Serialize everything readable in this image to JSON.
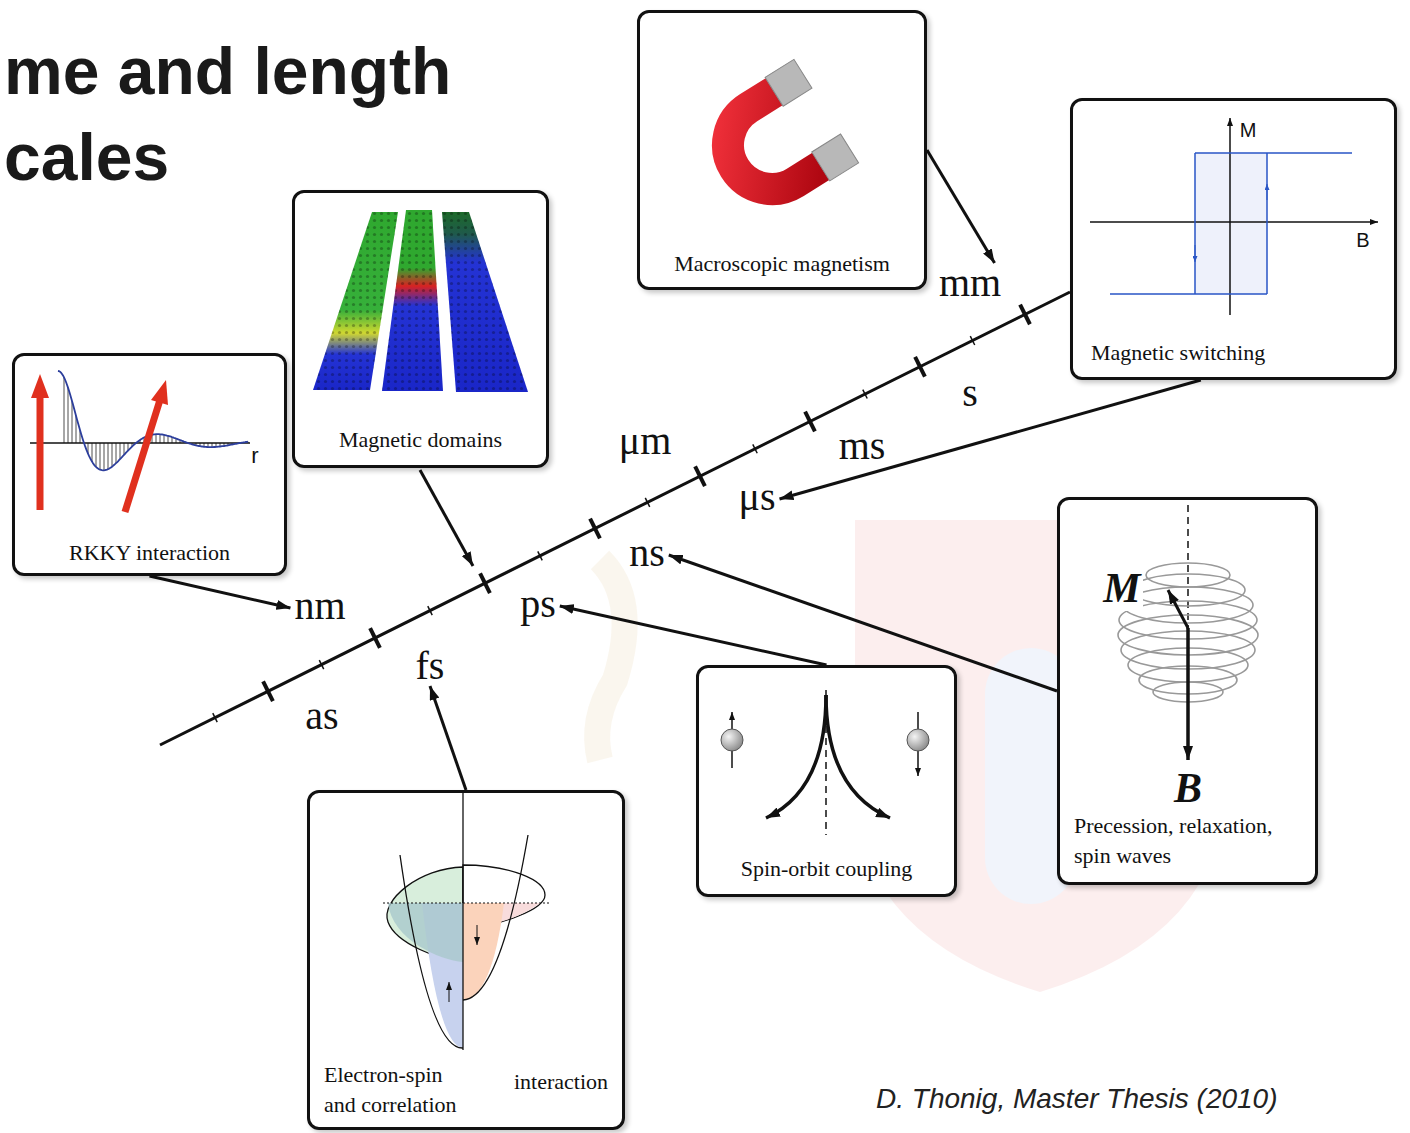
{
  "diagram": {
    "title": "me and length cales",
    "caption": "D. Thonig, Master Thesis (2010)",
    "nodes": [
      {
        "text": [
          "Macroscopic magnetism"
        ]
      },
      {
        "text": [
          "Magnetic switching"
        ]
      },
      {
        "text": [
          "Magnetic domains"
        ]
      },
      {
        "text": [
          "RKKY interaction"
        ]
      },
      {
        "text": [
          "Precession, relaxation, spin waves"
        ]
      },
      {
        "text": [
          "Spin-orbit coupling"
        ]
      },
      {
        "text": [
          "Electron-spin and correlation",
          "interaction"
        ]
      },
      {
        "text": [
          "mm"
        ]
      },
      {
        "text": [
          "μs"
        ]
      },
      {
        "text": [
          "ns"
        ]
      },
      {
        "text": [
          "nm"
        ]
      },
      {
        "text": [
          "ps"
        ]
      },
      {
        "text": [
          "fs"
        ]
      }
    ],
    "edges": [
      {
        "from": 0,
        "to": 7,
        "arrow": "to"
      },
      {
        "from": 1,
        "to": 8,
        "arrow": "to"
      },
      {
        "from": 3,
        "to": 10,
        "arrow": "to"
      },
      {
        "from": 4,
        "to": 9,
        "arrow": "to"
      },
      {
        "from": 5,
        "to": 11,
        "arrow": "to"
      },
      {
        "from": 6,
        "to": 12,
        "arrow": "to"
      }
    ],
    "labels": [
      "s",
      "ms",
      "μm",
      "as",
      "M",
      "B",
      "r",
      "M",
      "B"
    ]
  }
}
